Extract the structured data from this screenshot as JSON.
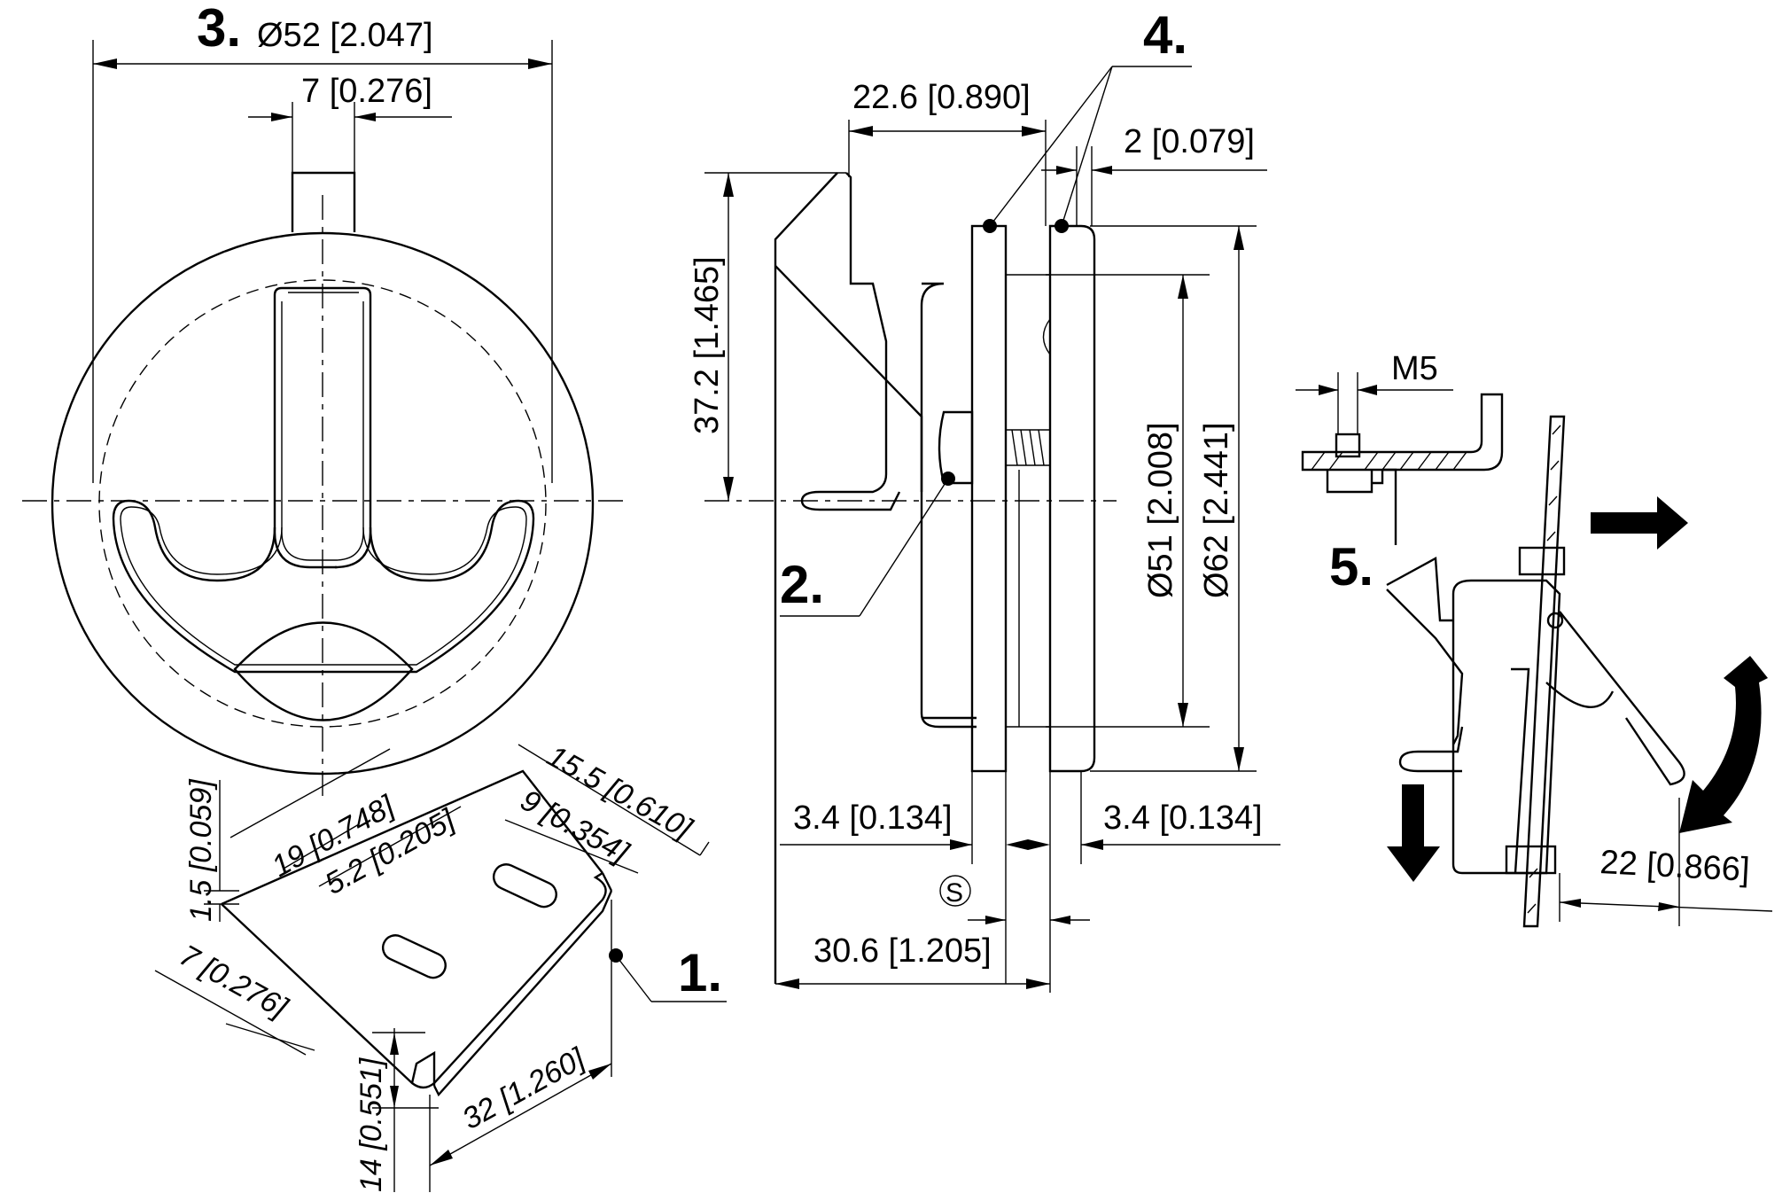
{
  "callouts": {
    "c1": "1.",
    "c2": "2.",
    "c3": "3.",
    "c4": "4.",
    "c5": "5."
  },
  "front_view": {
    "outer_diameter": "Ø52 [2.047]",
    "tab_width": "7 [0.276]"
  },
  "bracket": {
    "thickness": "1.5 [0.059]",
    "slot_offset": "19 [0.748]",
    "slot_width": "5.2 [0.205]",
    "slot_spacing": "9 [0.354]",
    "depth": "15.5 [0.610]",
    "edge_offset": "7 [0.276]",
    "height": "14 [0.551]",
    "length": "32 [1.260]"
  },
  "side_view": {
    "handle_reach": "22.6 [0.890]",
    "cup_gap": "2 [0.079]",
    "handle_height": "37.2 [1.465]",
    "inner_diameter": "Ø51 [2.008]",
    "flange_diameter": "Ø62 [2.441]",
    "flange_thickness_left": "3.4 [0.134]",
    "flange_thickness_right": "3.4 [0.134]",
    "panel_symbol": "S",
    "overall_depth": "30.6 [1.205]"
  },
  "mounting_detail": {
    "thread": "M5"
  },
  "operation_view": {
    "pull_distance": "22 [0.866]"
  }
}
